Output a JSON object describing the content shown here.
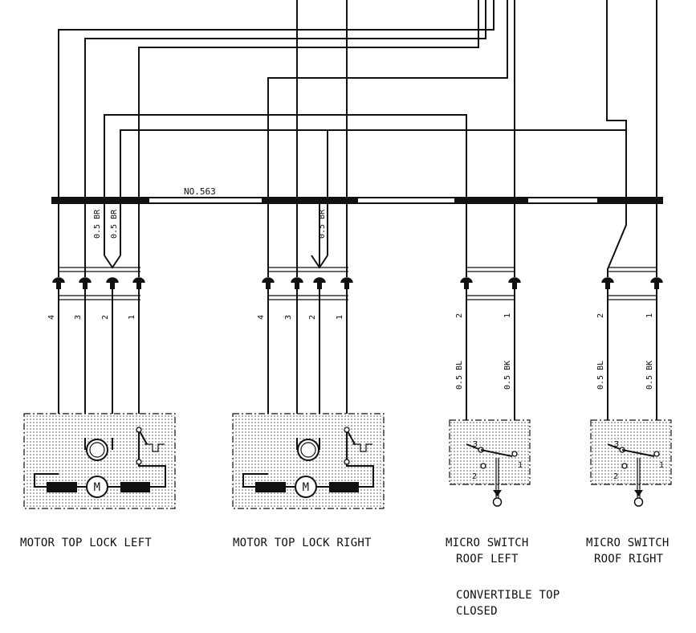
{
  "bus": {
    "label": "NO.563"
  },
  "wire_specs": {
    "br": "0.5 BR",
    "bl": "0.5 BL",
    "bk": "0.5 BK"
  },
  "pins": {
    "p1": "1",
    "p2": "2",
    "p3": "3",
    "p4": "4"
  },
  "motor_symbol": "M",
  "components": {
    "motor_left": {
      "label": "MOTOR TOP LOCK LEFT"
    },
    "motor_right": {
      "label": "MOTOR TOP LOCK RIGHT"
    },
    "switch_left": {
      "label_line1": "MICRO SWITCH",
      "label_line2": "ROOF LEFT"
    },
    "switch_right": {
      "label_line1": "MICRO SWITCH",
      "label_line2": "ROOF RIGHT"
    }
  },
  "note": {
    "line1": "CONVERTIBLE TOP",
    "line2": "CLOSED"
  },
  "colors": {
    "ink": "#111111",
    "paper": "#ffffff",
    "hatch": "#555555"
  }
}
